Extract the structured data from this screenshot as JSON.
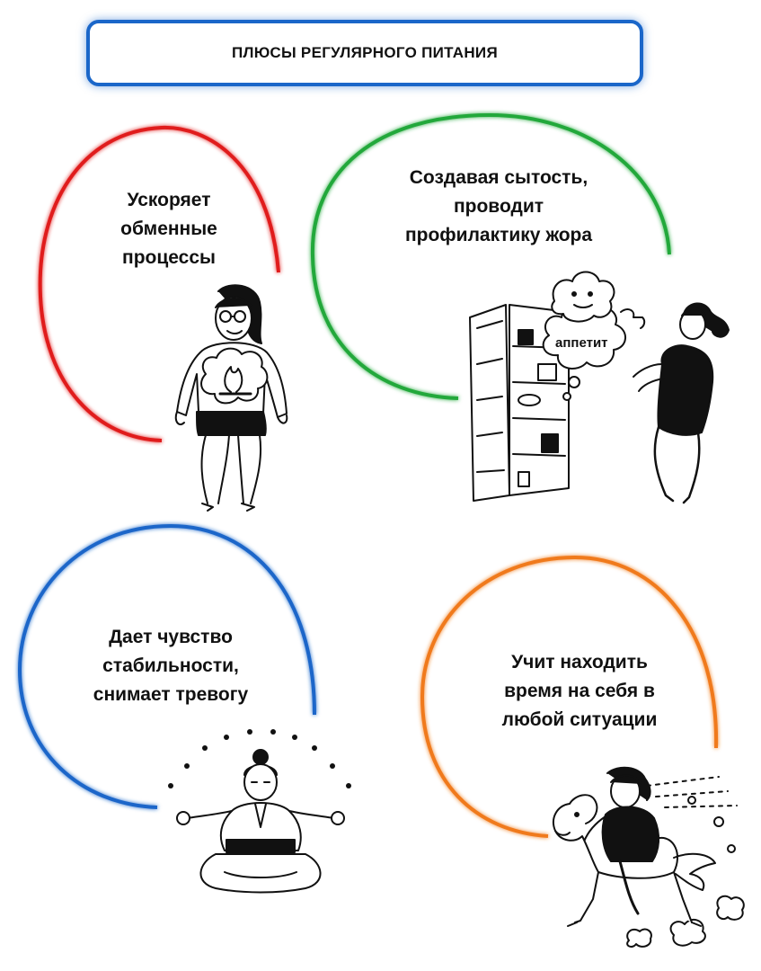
{
  "title": "ПЛЮСЫ РЕГУЛЯРНОГО ПИТАНИЯ",
  "colors": {
    "title_border": "#1a66c9",
    "red": "#e01b1b",
    "green": "#22a83a",
    "blue": "#1a66c9",
    "orange": "#f07a1c"
  },
  "benefits": [
    {
      "lines": [
        "Ускоряет",
        "обменные",
        "процессы"
      ],
      "color": "red",
      "icon": "woman-metabolism-fire-icon"
    },
    {
      "lines": [
        "Создавая сытость,",
        "проводит",
        "профилактику жора"
      ],
      "color": "green",
      "icon": "woman-refrigerator-appetite-icon",
      "cloud_label": "аппетит"
    },
    {
      "lines": [
        "Дает чувство",
        "стабильности,",
        "снимает тревогу"
      ],
      "color": "blue",
      "icon": "meditating-woman-icon"
    },
    {
      "lines": [
        "Учит находить",
        "время на себя в",
        "любой ситуации"
      ],
      "color": "orange",
      "icon": "woman-riding-horse-icon"
    }
  ]
}
